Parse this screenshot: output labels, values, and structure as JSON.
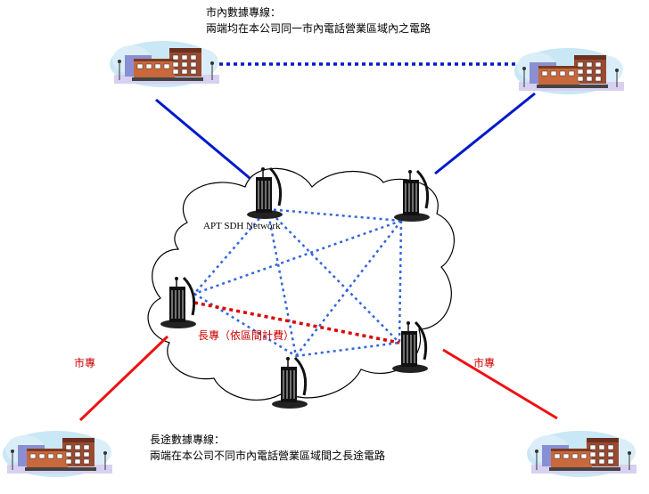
{
  "top_note": {
    "title": "市內數據專線：",
    "desc": "兩端均在本公司同一市內電話營業區域內之電路"
  },
  "bottom_note": {
    "title": "長途數據專線：",
    "desc": "兩端在本公司不同市內電話營業區域間之長途電路"
  },
  "network_label": "APT SDH Network",
  "long_line_label": "長專（依區間計費）",
  "city_line_left": "市專",
  "city_line_right": "市專",
  "colors": {
    "blue_link": "#0018cc",
    "dotted_mesh": "#3366dd",
    "red_link": "#ee1111",
    "red_dotted": "#dd0000"
  },
  "icons": {
    "building": "office-building-icon",
    "node": "telecom-tower-icon",
    "cloud": "cloud-icon"
  }
}
